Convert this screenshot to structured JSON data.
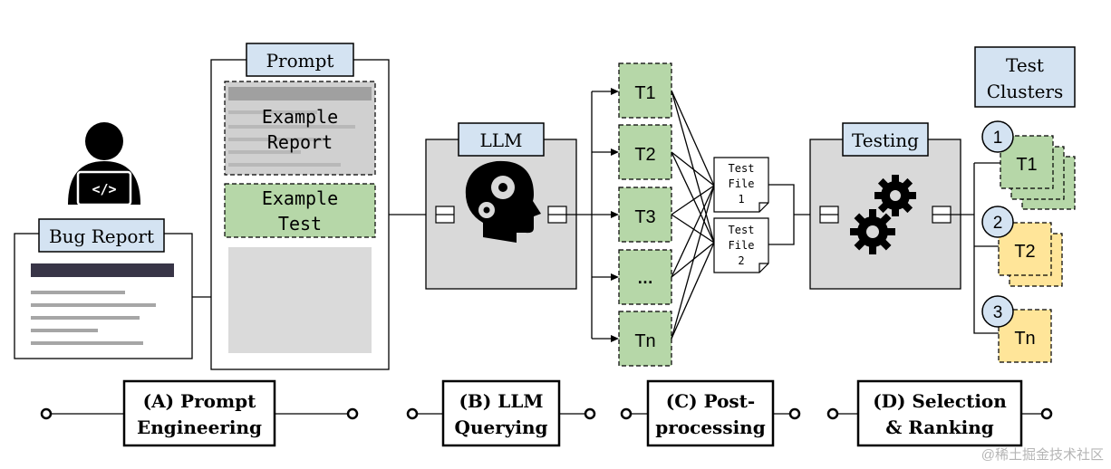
{
  "labels": {
    "prompt": "Prompt",
    "bug_report": "Bug Report",
    "llm": "LLM",
    "testing": "Testing",
    "test_clusters_line1": "Test",
    "test_clusters_line2": "Clusters",
    "watermark": "@稀土掘金技术社区"
  },
  "prompt_sections": {
    "example_report_line1": "Example",
    "example_report_line2": "Report",
    "example_test_line1": "Example",
    "example_test_line2": "Test"
  },
  "generated_tests": [
    "T1",
    "T2",
    "T3",
    "…",
    "Tn"
  ],
  "test_files": [
    {
      "line1": "Test",
      "line2": "File",
      "line3": "1"
    },
    {
      "line1": "Test",
      "line2": "File",
      "line3": "2"
    }
  ],
  "clusters": [
    {
      "rank": "1",
      "test": "T1",
      "color": "#b6d7a8"
    },
    {
      "rank": "2",
      "test": "T2",
      "color": "#ffe599"
    },
    {
      "rank": "3",
      "test": "Tn",
      "color": "#ffe599"
    }
  ],
  "stages": [
    {
      "line1": "(A) Prompt",
      "line2": "Engineering"
    },
    {
      "line1": "(B) LLM",
      "line2": "Querying"
    },
    {
      "line1": "(C) Post-",
      "line2": "processing"
    },
    {
      "line1": "(D) Selection",
      "line2": "& Ranking"
    }
  ],
  "icons": {
    "developer": "developer-laptop-icon",
    "llm": "brain-gears-icon",
    "testing": "gears-icon"
  }
}
